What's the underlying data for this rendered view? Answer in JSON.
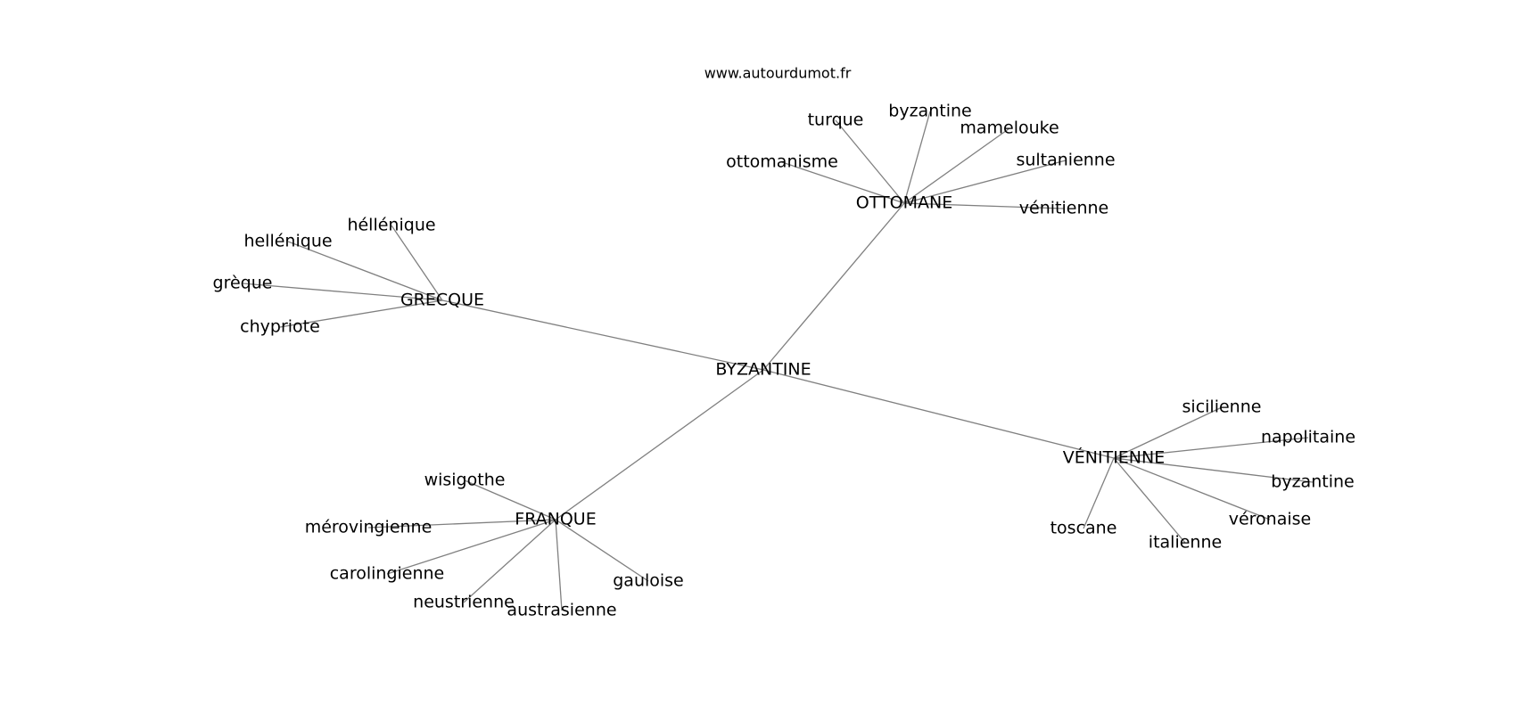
{
  "source": "www.autourdumot.fr",
  "graph": {
    "center": "BYZANTINE",
    "groups": [
      {
        "hub": "OTTOMANE",
        "words": [
          "ottomanisme",
          "turque",
          "byzantine",
          "mamelouke",
          "sultanienne",
          "vénitienne"
        ]
      },
      {
        "hub": "GRECQUE",
        "words": [
          "héllénique",
          "hellénique",
          "grèque",
          "chypriote"
        ]
      },
      {
        "hub": "VÉNITIENNE",
        "words": [
          "sicilienne",
          "napolitaine",
          "byzantine",
          "véronaise",
          "italienne",
          "toscane"
        ]
      },
      {
        "hub": "FRANQUE",
        "words": [
          "wisigothe",
          "mérovingienne",
          "carolingienne",
          "neustrienne",
          "austrasienne",
          "gauloise"
        ]
      }
    ]
  }
}
